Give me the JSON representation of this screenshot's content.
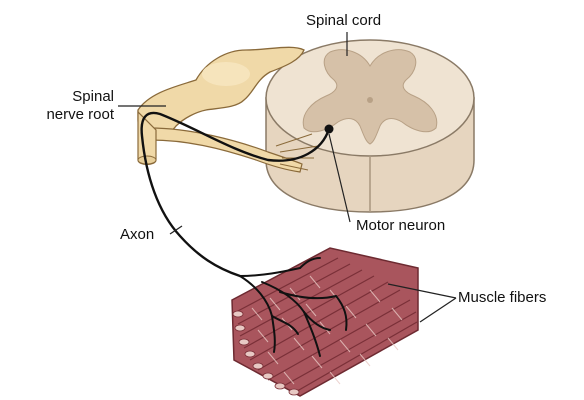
{
  "labels": {
    "spinal_cord": "Spinal cord",
    "spinal_nerve_root_line1": "Spinal",
    "spinal_nerve_root_line2": "nerve root",
    "axon": "Axon",
    "motor_neuron": "Motor neuron",
    "muscle_fibers": "Muscle fibers"
  },
  "colors": {
    "white_matter": "#efe3d2",
    "gray_matter": "#d6c1a8",
    "cord_outline": "#8a7a66",
    "nerve_root": "#f0d9a8",
    "nerve_root_shade": "#d9b77a",
    "nerve_outline": "#8a6a3a",
    "muscle": "#a9555d",
    "muscle_dark": "#7a3038",
    "muscle_light": "#e8c9c4",
    "axon": "#111111",
    "leader_line": "#222222"
  }
}
